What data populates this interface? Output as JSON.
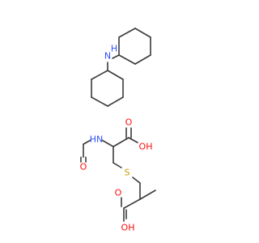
{
  "diagram": {
    "colors": {
      "bond": "#3a3a3a",
      "carbon": "#3a3a3a",
      "nitrogen": "#3050f8",
      "oxygen": "#ff0d0d",
      "sulfur": "#c8a000"
    },
    "labels": {
      "amine_n": "N",
      "amine_h": "H",
      "amide_nh": "HN",
      "amide_o": "O",
      "acid1_o": "O",
      "acid1_oh": "OH",
      "sulfur": "S",
      "acid2_o": "O",
      "acid2_oh": "OH"
    }
  }
}
